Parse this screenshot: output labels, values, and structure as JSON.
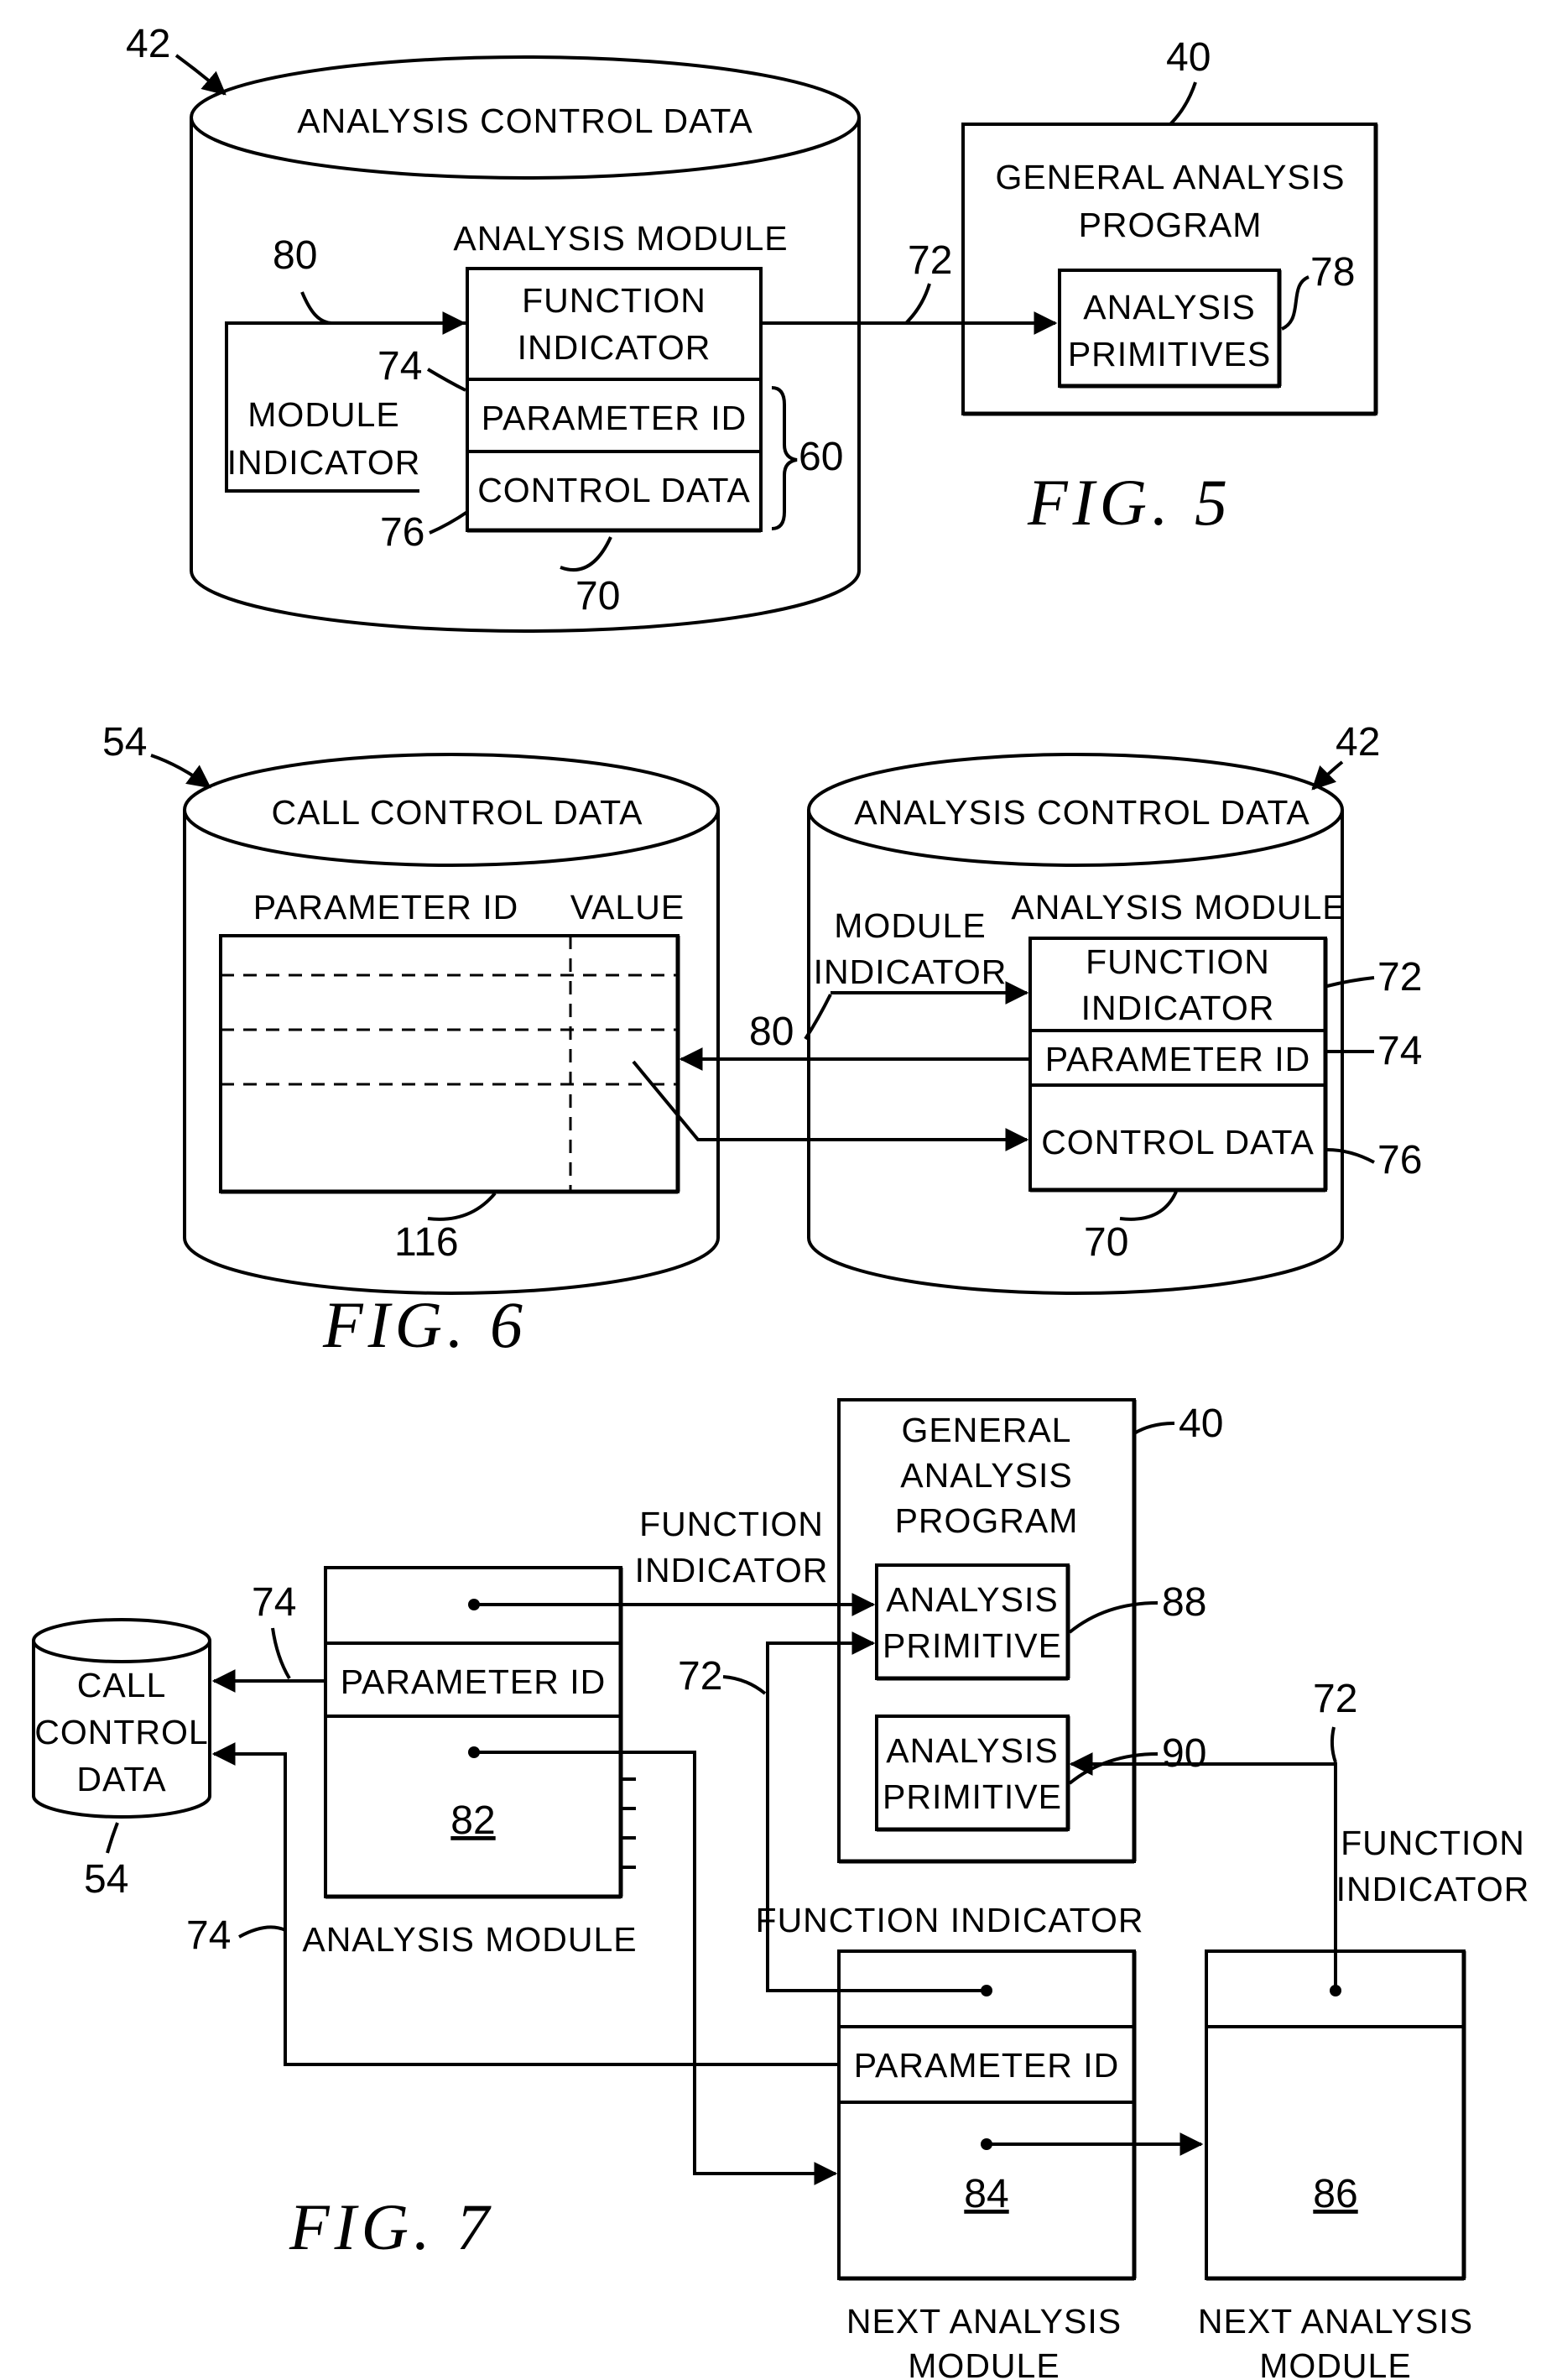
{
  "fig5": {
    "caption": "FIG. 5",
    "db_title": "ANALYSIS CONTROL DATA",
    "db_ref": "42",
    "module_title": "ANALYSIS MODULE",
    "function_indicator_1": "FUNCTION",
    "function_indicator_2": "INDICATOR",
    "parameter_id": "PARAMETER ID",
    "control_data": "CONTROL DATA",
    "module_indicator_1": "MODULE",
    "module_indicator_2": "INDICATOR",
    "ref_80": "80",
    "ref_74": "74",
    "ref_76": "76",
    "ref_70": "70",
    "ref_60": "60",
    "ref_72": "72",
    "program_1": "GENERAL ANALYSIS",
    "program_2": "PROGRAM",
    "program_ref": "40",
    "primitives_1": "ANALYSIS",
    "primitives_2": "PRIMITIVES",
    "primitives_ref": "78"
  },
  "fig6": {
    "caption": "FIG. 6",
    "call_db_title": "CALL CONTROL DATA",
    "call_db_ref": "54",
    "col_param": "PARAMETER ID",
    "col_value": "VALUE",
    "table_ref": "116",
    "acd_title": "ANALYSIS CONTROL DATA",
    "acd_ref": "42",
    "module_title": "ANALYSIS MODULE",
    "module_indicator_1": "MODULE",
    "module_indicator_2": "INDICATOR",
    "function_indicator_1": "FUNCTION",
    "function_indicator_2": "INDICATOR",
    "parameter_id": "PARAMETER ID",
    "control_data": "CONTROL DATA",
    "ref_80": "80",
    "ref_72": "72",
    "ref_74": "74",
    "ref_76": "76",
    "ref_70": "70"
  },
  "fig7": {
    "caption": "FIG. 7",
    "program_1": "GENERAL",
    "program_2": "ANALYSIS",
    "program_3": "PROGRAM",
    "program_ref": "40",
    "prim_a_1": "ANALYSIS",
    "prim_a_2": "PRIMITIVE",
    "prim_a_ref": "88",
    "prim_b_1": "ANALYSIS",
    "prim_b_2": "PRIMITIVE",
    "prim_b_ref": "90",
    "fi_top_1": "FUNCTION",
    "fi_top_2": "INDICATOR",
    "fi_right_1": "FUNCTION",
    "fi_right_2": "INDICATOR",
    "fi_mid": "FUNCTION INDICATOR",
    "ref_72_a": "72",
    "ref_72_b": "72",
    "ref_74_a": "74",
    "ref_74_b": "74",
    "call_db_1": "CALL",
    "call_db_2": "CONTROL",
    "call_db_3": "DATA",
    "call_db_ref": "54",
    "module_param": "PARAMETER ID",
    "module_ref": "82",
    "module_label": "ANALYSIS MODULE",
    "next1_param": "PARAMETER ID",
    "next1_ref": "84",
    "next1_label_1": "NEXT ANALYSIS",
    "next1_label_2": "MODULE",
    "next2_ref": "86",
    "next2_label_1": "NEXT ANALYSIS",
    "next2_label_2": "MODULE"
  }
}
